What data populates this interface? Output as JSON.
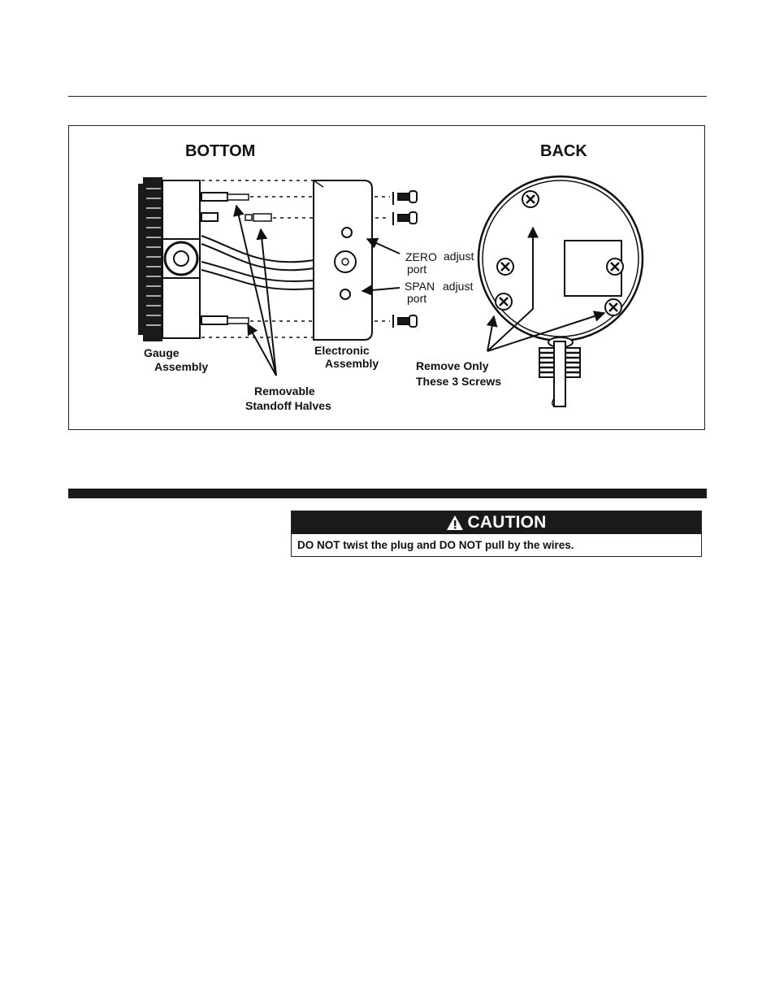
{
  "figure": {
    "views": {
      "bottom": "BOTTOM",
      "back": "BACK"
    },
    "labels": {
      "gauge_line1": "Gauge",
      "gauge_line2": "Assembly",
      "electronic_line1": "Electronic",
      "electronic_line2": "Assembly",
      "standoff_line1": "Removable",
      "standoff_line2": "Standoff Halves",
      "zero_word": "ZERO",
      "zero_adjust": "adjust",
      "zero_port": "port",
      "span_word": "SPAN",
      "span_adjust": "adjust",
      "span_port": "port",
      "screws_line1": "Remove Only",
      "screws_line2": "These 3 Screws"
    }
  },
  "caution": {
    "icon": "warning-triangle-icon",
    "title": "CAUTION",
    "text": "DO NOT twist the plug and DO NOT pull by the wires."
  }
}
